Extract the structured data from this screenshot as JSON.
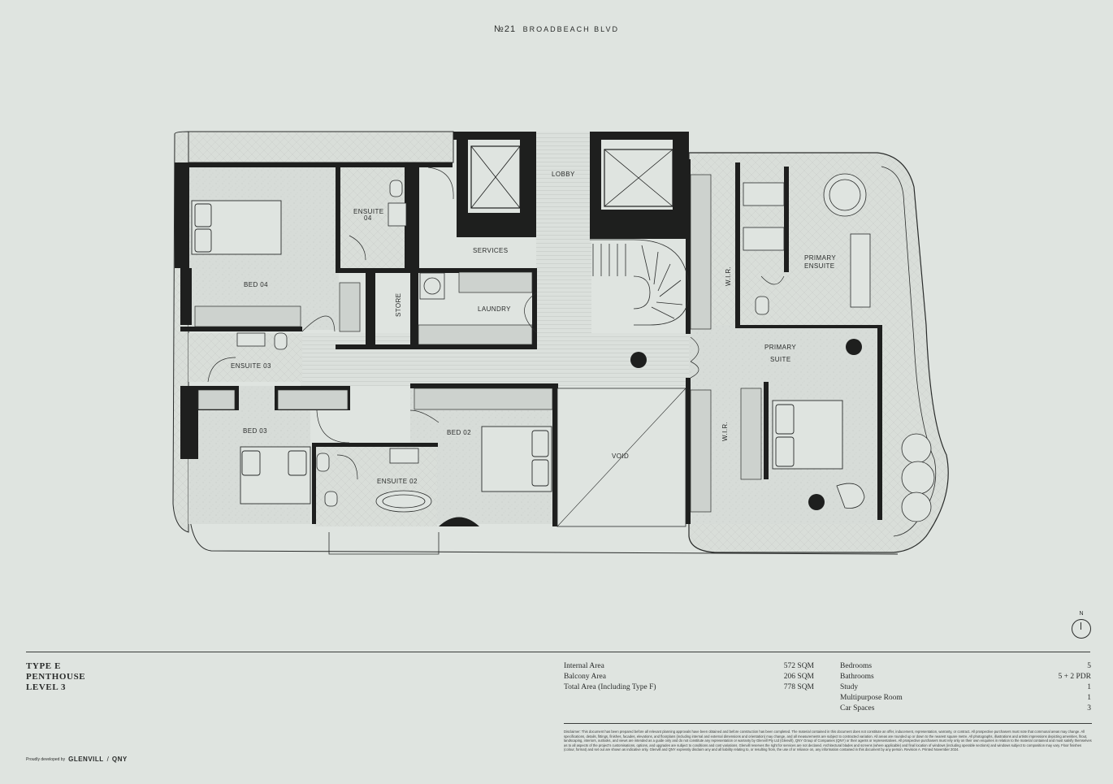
{
  "header": {
    "number": "№21",
    "title": "BROADBEACH BLVD"
  },
  "rooms": {
    "lobby": "LOBBY",
    "bed04": "BED 04",
    "ensuite04_a": "ENSUITE",
    "ensuite04_b": "04",
    "services": "SERVICES",
    "store": "STORE",
    "laundry": "LAUNDRY",
    "ensuite03": "ENSUITE 03",
    "bed03": "BED 03",
    "bed02": "BED 02",
    "ensuite02": "ENSUITE 02",
    "void": "VOID",
    "wir_top": "W.I.R.",
    "wir_bottom": "W.I.R.",
    "primary_ensuite_a": "PRIMARY",
    "primary_ensuite_b": "ENSUITE",
    "primary_suite_a": "PRIMARY",
    "primary_suite_b": "SUITE"
  },
  "unit": {
    "line1": "TYPE E",
    "line2": "PENTHOUSE",
    "line3": "LEVEL 3"
  },
  "areas": [
    {
      "label": "Internal Area",
      "value": "572 SQM"
    },
    {
      "label": "Balcony Area",
      "value": "206 SQM"
    },
    {
      "label": "Total Area (Including Type F)",
      "value": "778 SQM"
    }
  ],
  "specs": [
    {
      "label": "Bedrooms",
      "value": "5"
    },
    {
      "label": "Bathrooms",
      "value": "5 + 2 PDR"
    },
    {
      "label": "Study",
      "value": "1"
    },
    {
      "label": "Multipurpose Room",
      "value": "1"
    },
    {
      "label": "Car Spaces",
      "value": "3"
    }
  ],
  "disclaimer": "Disclaimer: This document has been prepared before all relevant planning approvals have been obtained and before construction has been completed. The material contained in this document does not constitute an offer, inducement, representation, warranty, or contract. All prospective purchasers must note that communal areas may change. All specifications, details, fittings, finishes, facades, elevations, and floorplans (including internal and external dimensions and orientation) may change, and all measurements are subject to contracted variation. All areas are rounded up or down to the nearest square metre. All photographs, illustrations and artists impressions depicting amenities, fitout, landscaping, interiors, outlooks, and views are intended as a guide only and do not constitute any representation or warranty by Glenvill Pty Ltd (Glenvill), QNY Group of Companies (QNY) or their agents or representatives. All prospective purchasers must rely only on their own enquiries in relation to the material contained and must satisfy themselves as to all aspects of the project's customisations, options, and upgrades are subject to conditions and cost variations. Glenvill reserves the right for services are not declared. Architectural blades and screens (where applicable) and final location of windows (including operable sections) and windows subject to composition may vary. Floor finishes (colour, format) and set out are shown as indicative only. Glenvill and QNY expressly disclaim any and all liability relating to, or resulting from, the use of or reliance on, any information contained in this document by any person. Revision A. Printed November 2024.",
  "developer": {
    "prefix": "Proudly developed by",
    "brand1": "GLENVILL",
    "sep": "/",
    "brand2": "QNY"
  },
  "north": {
    "label": "N"
  },
  "colors": {
    "background": "#dfe4e0",
    "ink": "#2a2c2b",
    "wall": "#1e1f1e"
  }
}
